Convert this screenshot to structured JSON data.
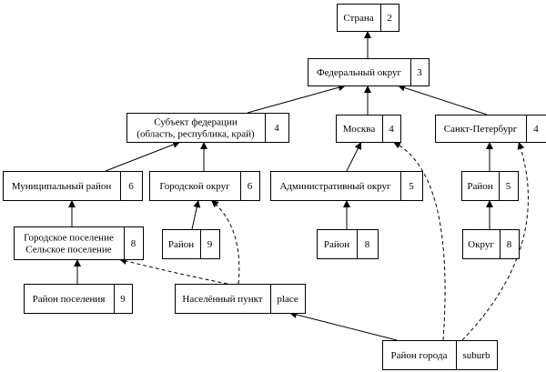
{
  "nodes": {
    "strana": {
      "lines": [
        "Страна"
      ],
      "level": "2"
    },
    "fed_okrug": {
      "lines": [
        "Федеральный округ"
      ],
      "level": "3"
    },
    "subekt": {
      "lines": [
        "Субъект федерации",
        "(область, республика, край)"
      ],
      "level": "4"
    },
    "moskva": {
      "lines": [
        "Москва"
      ],
      "level": "4"
    },
    "spb": {
      "lines": [
        "Санкт-Петербург"
      ],
      "level": "4"
    },
    "mun_rayon": {
      "lines": [
        "Муниципальный район"
      ],
      "level": "6"
    },
    "gor_okrug": {
      "lines": [
        "Городской округ"
      ],
      "level": "6"
    },
    "adm_okrug": {
      "lines": [
        "Административный округ"
      ],
      "level": "5"
    },
    "spb_rayon": {
      "lines": [
        "Район"
      ],
      "level": "5"
    },
    "poselenie": {
      "lines": [
        "Городское поселение",
        "Сельское поселение"
      ],
      "level": "8"
    },
    "go_rayon": {
      "lines": [
        "Район"
      ],
      "level": "9"
    },
    "msk_rayon": {
      "lines": [
        "Район"
      ],
      "level": "8"
    },
    "spb_okrug": {
      "lines": [
        "Округ"
      ],
      "level": "8"
    },
    "ray_pos": {
      "lines": [
        "Район поселения"
      ],
      "level": "9"
    },
    "nas_punkt": {
      "lines": [
        "Населённый пункт"
      ],
      "level": "place"
    },
    "ray_goroda": {
      "lines": [
        "Район города"
      ],
      "level": "suburb"
    }
  },
  "edges": [
    {
      "from": "fed_okrug",
      "to": "strana",
      "style": "solid"
    },
    {
      "from": "subekt",
      "to": "fed_okrug",
      "style": "solid"
    },
    {
      "from": "moskva",
      "to": "fed_okrug",
      "style": "solid"
    },
    {
      "from": "spb",
      "to": "fed_okrug",
      "style": "solid"
    },
    {
      "from": "mun_rayon",
      "to": "subekt",
      "style": "solid"
    },
    {
      "from": "gor_okrug",
      "to": "subekt",
      "style": "solid"
    },
    {
      "from": "adm_okrug",
      "to": "moskva",
      "style": "solid"
    },
    {
      "from": "spb_rayon",
      "to": "spb",
      "style": "solid"
    },
    {
      "from": "poselenie",
      "to": "mun_rayon",
      "style": "solid"
    },
    {
      "from": "go_rayon",
      "to": "gor_okrug",
      "style": "solid"
    },
    {
      "from": "msk_rayon",
      "to": "adm_okrug",
      "style": "solid"
    },
    {
      "from": "spb_okrug",
      "to": "spb_rayon",
      "style": "solid"
    },
    {
      "from": "ray_pos",
      "to": "poselenie",
      "style": "solid"
    },
    {
      "from": "nas_punkt",
      "to": "poselenie",
      "style": "dashed"
    },
    {
      "from": "nas_punkt",
      "to": "gor_okrug",
      "style": "dashed"
    },
    {
      "from": "ray_goroda",
      "to": "nas_punkt",
      "style": "solid"
    },
    {
      "from": "ray_goroda",
      "to": "moskva",
      "style": "dashed"
    },
    {
      "from": "ray_goroda",
      "to": "spb",
      "style": "dashed"
    }
  ]
}
